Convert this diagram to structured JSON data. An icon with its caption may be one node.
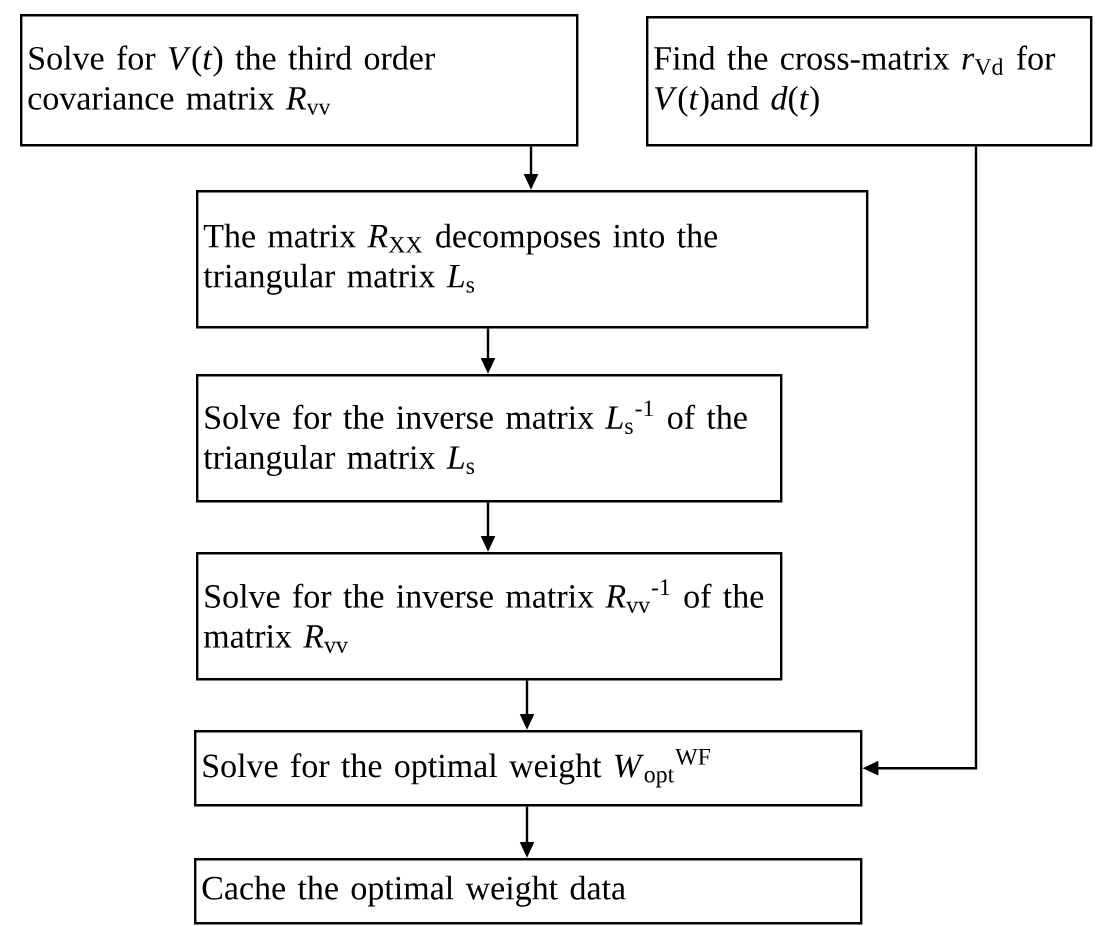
{
  "diagram": {
    "nodes": [
      {
        "text": [
          "Solve for *V*(*t*) the third order covariance matrix *R*$_{vv}$"
        ]
      },
      {
        "text": [
          "Find the cross-matrix *r*$_{Vd}$ for *V*(*t*)and *d*(*t*)"
        ]
      },
      {
        "text": [
          "The matrix *R*$_{XX}$ decomposes into the triangular matrix *L*$_{s}$"
        ]
      },
      {
        "text": [
          "Solve for the inverse matrix *L*$_{s}$$^{-1}$ of the triangular matrix *L*$_{s}$"
        ]
      },
      {
        "text": [
          "Solve for the inverse matrix *R*$_{vv}$$^{-1}$ of the matrix *R*$_{vv}$"
        ]
      },
      {
        "text": [
          "Solve for the optimal weight *W*$_{opt}$$^{WF}$"
        ]
      },
      {
        "text": [
          "Cache the optimal weight data"
        ]
      }
    ],
    "edges": [
      {
        "from": 0,
        "to": 2,
        "arrow": "to"
      },
      {
        "from": 2,
        "to": 3,
        "arrow": "to"
      },
      {
        "from": 3,
        "to": 4,
        "arrow": "to"
      },
      {
        "from": 4,
        "to": 5,
        "arrow": "to"
      },
      {
        "from": 1,
        "to": 5,
        "arrow": "to"
      },
      {
        "from": 5,
        "to": 6,
        "arrow": "to"
      }
    ]
  }
}
